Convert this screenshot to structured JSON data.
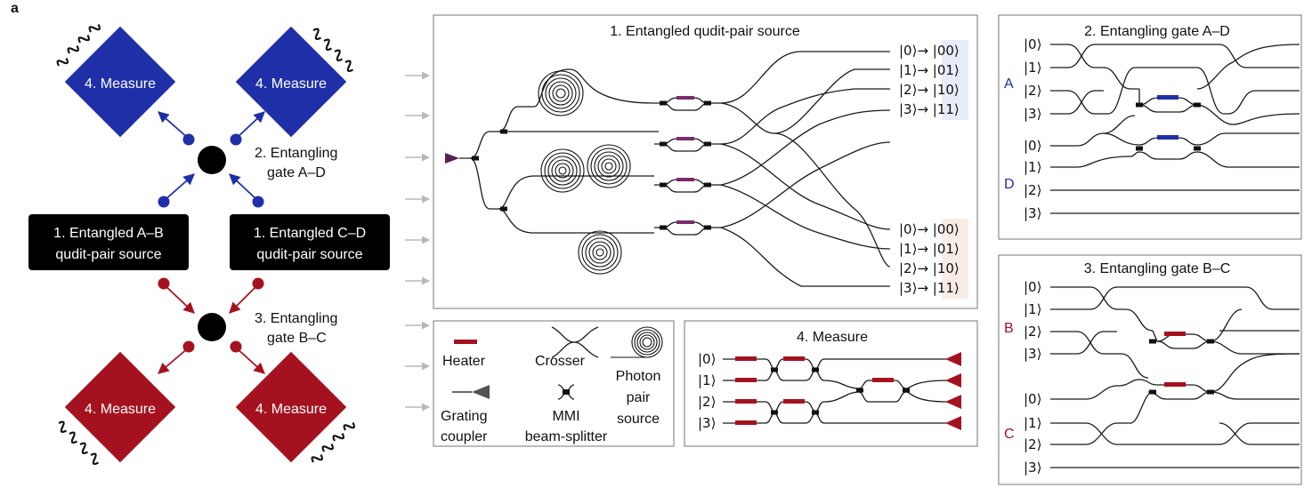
{
  "panel_label": "a",
  "colors": {
    "blue": "#1f2fa8",
    "red": "#a5121f",
    "heater": "#7b2a6e",
    "heater_red": "#a5121f",
    "heater_blue": "#1f2fa8",
    "highlight_blue": "#e8ebf8",
    "highlight_red": "#f8ece6",
    "arrow_grey": "#b8b8b8"
  },
  "schematic": {
    "measure_label": "4. Measure",
    "source_ab": [
      "1. Entangled A–B",
      "qudit-pair source"
    ],
    "source_cd": [
      "1. Entangled C–D",
      "qudit-pair source"
    ],
    "gate_ad": [
      "2. Entangling",
      "gate A–D"
    ],
    "gate_bc": [
      "3. Entangling",
      "gate B–C"
    ]
  },
  "source_panel": {
    "title": "1. Entangled qudit-pair source",
    "top_outputs": [
      "|0⟩→ |00⟩",
      "|1⟩→ |01⟩",
      "|2⟩→ |10⟩",
      "|3⟩→ |11⟩"
    ],
    "bottom_outputs": [
      "|0⟩→ |00⟩",
      "|1⟩→ |01⟩",
      "|2⟩→ |10⟩",
      "|3⟩→ |11⟩"
    ]
  },
  "legend": {
    "heater": "Heater",
    "crosser": "Crosser",
    "photon": [
      "Photon",
      "pair",
      "source"
    ],
    "grating": [
      "Grating",
      "coupler"
    ],
    "mmi": [
      "MMI",
      "beam-splitter"
    ]
  },
  "measure_panel": {
    "title": "4. Measure",
    "inputs": [
      "|0⟩",
      "|1⟩",
      "|2⟩",
      "|3⟩"
    ]
  },
  "gate_ad_panel": {
    "title": "2. Entangling gate A–D",
    "qudit_a": "A",
    "qudit_d": "D",
    "kets_a": [
      "|0⟩",
      "|1⟩",
      "|2⟩",
      "|3⟩"
    ],
    "kets_d": [
      "|0⟩",
      "|1⟩",
      "|2⟩",
      "|3⟩"
    ]
  },
  "gate_bc_panel": {
    "title": "3. Entangling gate B–C",
    "qudit_b": "B",
    "qudit_c": "C",
    "kets_b": [
      "|0⟩",
      "|1⟩",
      "|2⟩",
      "|3⟩"
    ],
    "kets_c": [
      "|0⟩",
      "|1⟩",
      "|2⟩",
      "|3⟩"
    ]
  }
}
